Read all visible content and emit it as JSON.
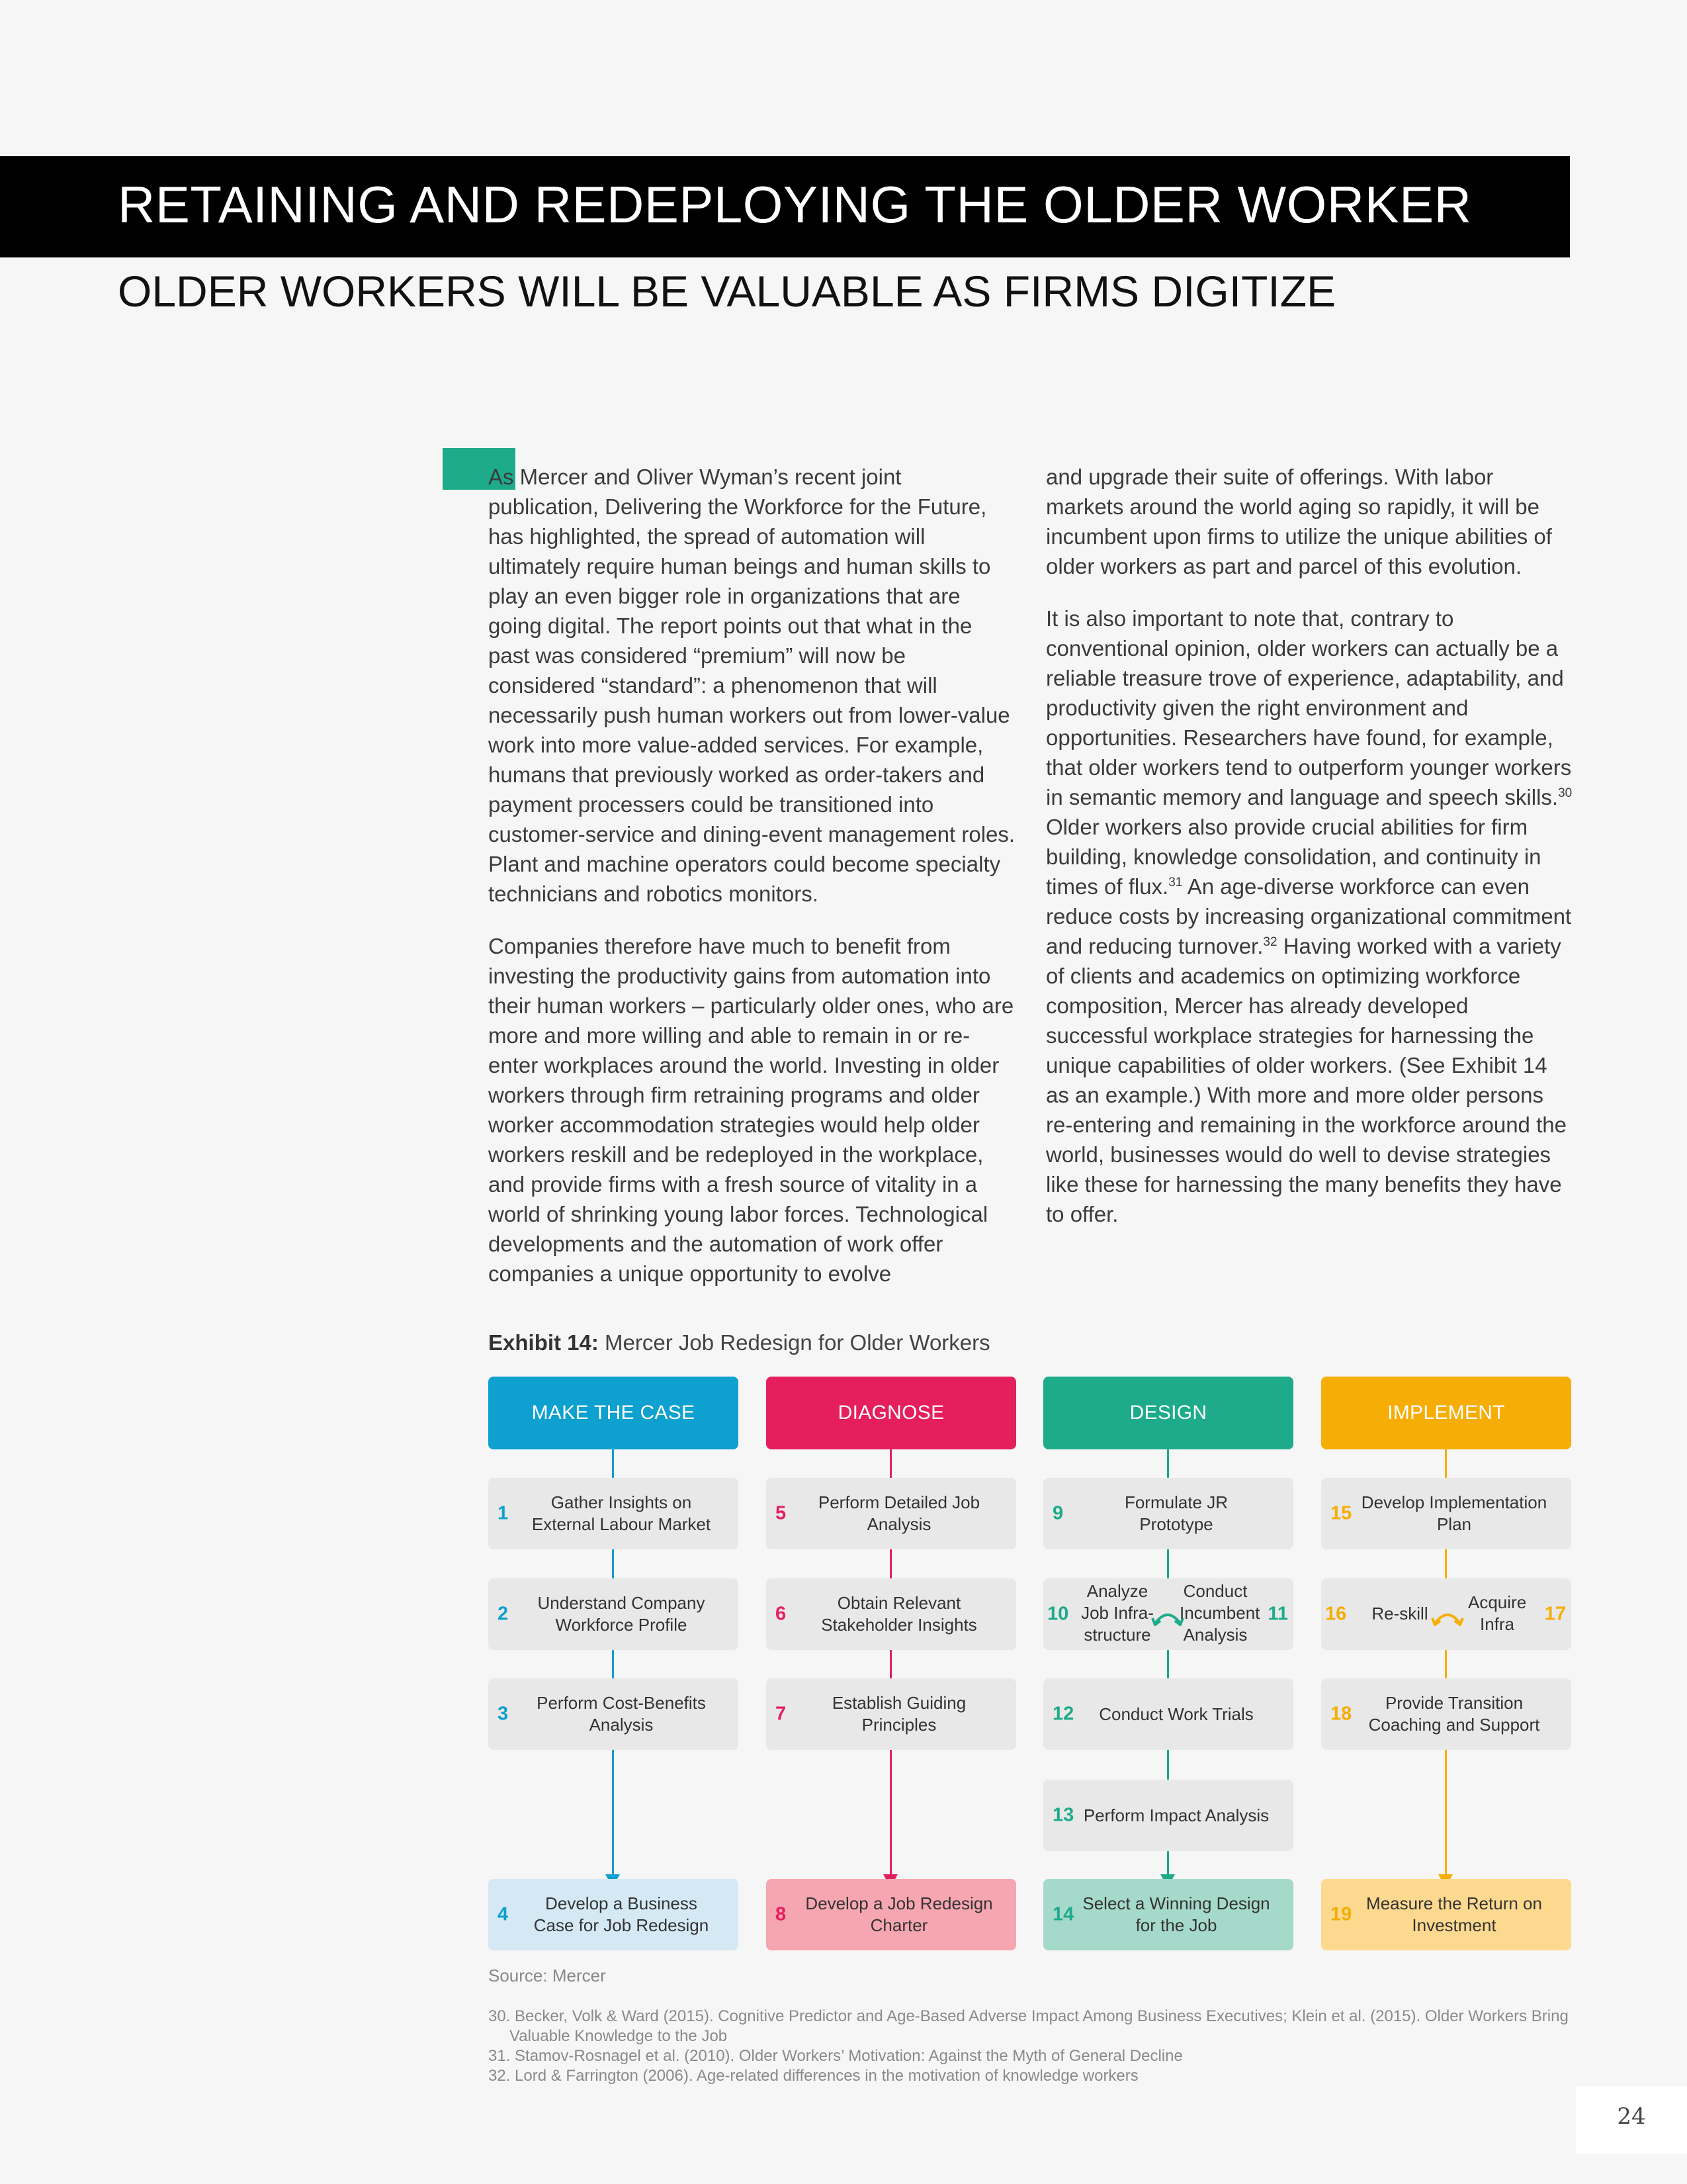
{
  "header": {
    "title": "RETAINING AND REDEPLOYING THE OLDER WORKER",
    "subtitle": "OLDER WORKERS WILL BE VALUABLE AS FIRMS DIGITIZE"
  },
  "body": {
    "p1": "As Mercer and Oliver Wyman’s recent joint publication, Delivering the Workforce for the Future, has highlighted, the spread of automation will ultimately require human beings and human skills to play an even bigger role in organizations that are going digital. The report points out that what in the past was considered “premium” will now be considered “standard”: a phenomenon that will necessarily push human workers out from lower-value work into more value-added services. For example, humans that previously worked as order-takers and payment processers could be transitioned into customer-service and dining-event management roles. Plant and machine operators could become specialty technicians and robotics monitors.",
    "p2": "Companies therefore have much to benefit from investing the productivity gains from automation into their human workers – particularly older ones, who are more and more willing and able to remain in or re-enter workplaces around the world. Investing in older workers through firm retraining programs and older worker accommodation strategies would help older workers reskill and be redeployed in the workplace, and provide firms with a fresh source of vitality in a world of shrinking young labor forces. Technological developments and the automation of work offer companies a unique opportunity to evolve",
    "p3": "and upgrade their suite of offerings. With labor markets around the world aging so rapidly, it will be incumbent upon firms to utilize the unique abilities of older workers as part and parcel of this evolution.",
    "p4a": "It is also important to note that, contrary to conventional opinion, older workers can actually be a reliable treasure trove of experience, adaptability, and productivity given the right environment and opportunities. Researchers have found, for example, that older workers tend to outperform younger workers in semantic memory and language and speech skills.",
    "p4_ref1": "30",
    "p4b": " Older workers also provide crucial abilities for firm building, knowledge consolidation, and continuity in times of flux.",
    "p4_ref2": "31",
    "p4c": " An age-diverse workforce can even reduce costs by increasing organizational commitment and reducing turnover.",
    "p4_ref3": "32",
    "p4d": " Having worked with a variety of clients and academics on optimizing workforce composition, Mercer has already developed successful workplace strategies for harnessing the unique capabilities of older workers. (See Exhibit 14 as an example.) With more and more older persons re-entering and remaining in the workforce around the world, businesses would do well to devise strategies like these for harnessing the many benefits they have to offer."
  },
  "exhibit": {
    "label": "Exhibit 14:",
    "title": "Mercer Job Redesign for Older Workers",
    "phases": [
      "MAKE THE CASE",
      "DIAGNOSE",
      "DESIGN",
      "IMPLEMENT"
    ],
    "colors": {
      "make": "#0ea0cf",
      "diagnose": "#e51f5e",
      "design": "#1dab8a",
      "implement": "#f6ad05"
    },
    "steps": {
      "s1": {
        "n": "1",
        "text": "Gather Insights on External Labour Market"
      },
      "s2": {
        "n": "2",
        "text": "Understand Company Workforce Profile"
      },
      "s3": {
        "n": "3",
        "text": "Perform Cost-Benefits Analysis"
      },
      "s4": {
        "n": "4",
        "text": "Develop a Business Case for Job Redesign"
      },
      "s5": {
        "n": "5",
        "text": "Perform Detailed Job Analysis"
      },
      "s6": {
        "n": "6",
        "text": "Obtain Relevant Stakeholder Insights"
      },
      "s7": {
        "n": "7",
        "text": "Establish Guiding Principles"
      },
      "s8": {
        "n": "8",
        "text": "Develop a Job Redesign Charter"
      },
      "s9": {
        "n": "9",
        "text": "Formulate JR Prototype"
      },
      "s10": {
        "n": "10",
        "text": "Analyze Job Infra-structure"
      },
      "s11": {
        "n": "11",
        "text": "Conduct Incumbent Analysis"
      },
      "s12": {
        "n": "12",
        "text": "Conduct Work Trials"
      },
      "s13": {
        "n": "13",
        "text": "Perform Impact Analysis"
      },
      "s14": {
        "n": "14",
        "text": "Select a Winning Design for the Job"
      },
      "s15": {
        "n": "15",
        "text": "Develop Implementation Plan"
      },
      "s16": {
        "n": "16",
        "text": "Re-skill"
      },
      "s17": {
        "n": "17",
        "text": "Acquire Infra"
      },
      "s18": {
        "n": "18",
        "text": "Provide Transition Coaching and Support"
      },
      "s19": {
        "n": "19",
        "text": "Measure the Return on Investment"
      }
    },
    "source": "Source: Mercer"
  },
  "footnotes": [
    "30. Becker, Volk & Ward (2015). Cognitive Predictor and Age-Based Adverse Impact Among Business Executives; Klein et al. (2015). Older Workers Bring Valuable Knowledge to the Job",
    "31. Stamov-Rosnagel et al. (2010). Older Workers’ Motivation: Against the Myth of General Decline",
    "32. Lord & Farrington (2006). Age-related differences in the motivation of knowledge workers"
  ],
  "page_number": "24"
}
